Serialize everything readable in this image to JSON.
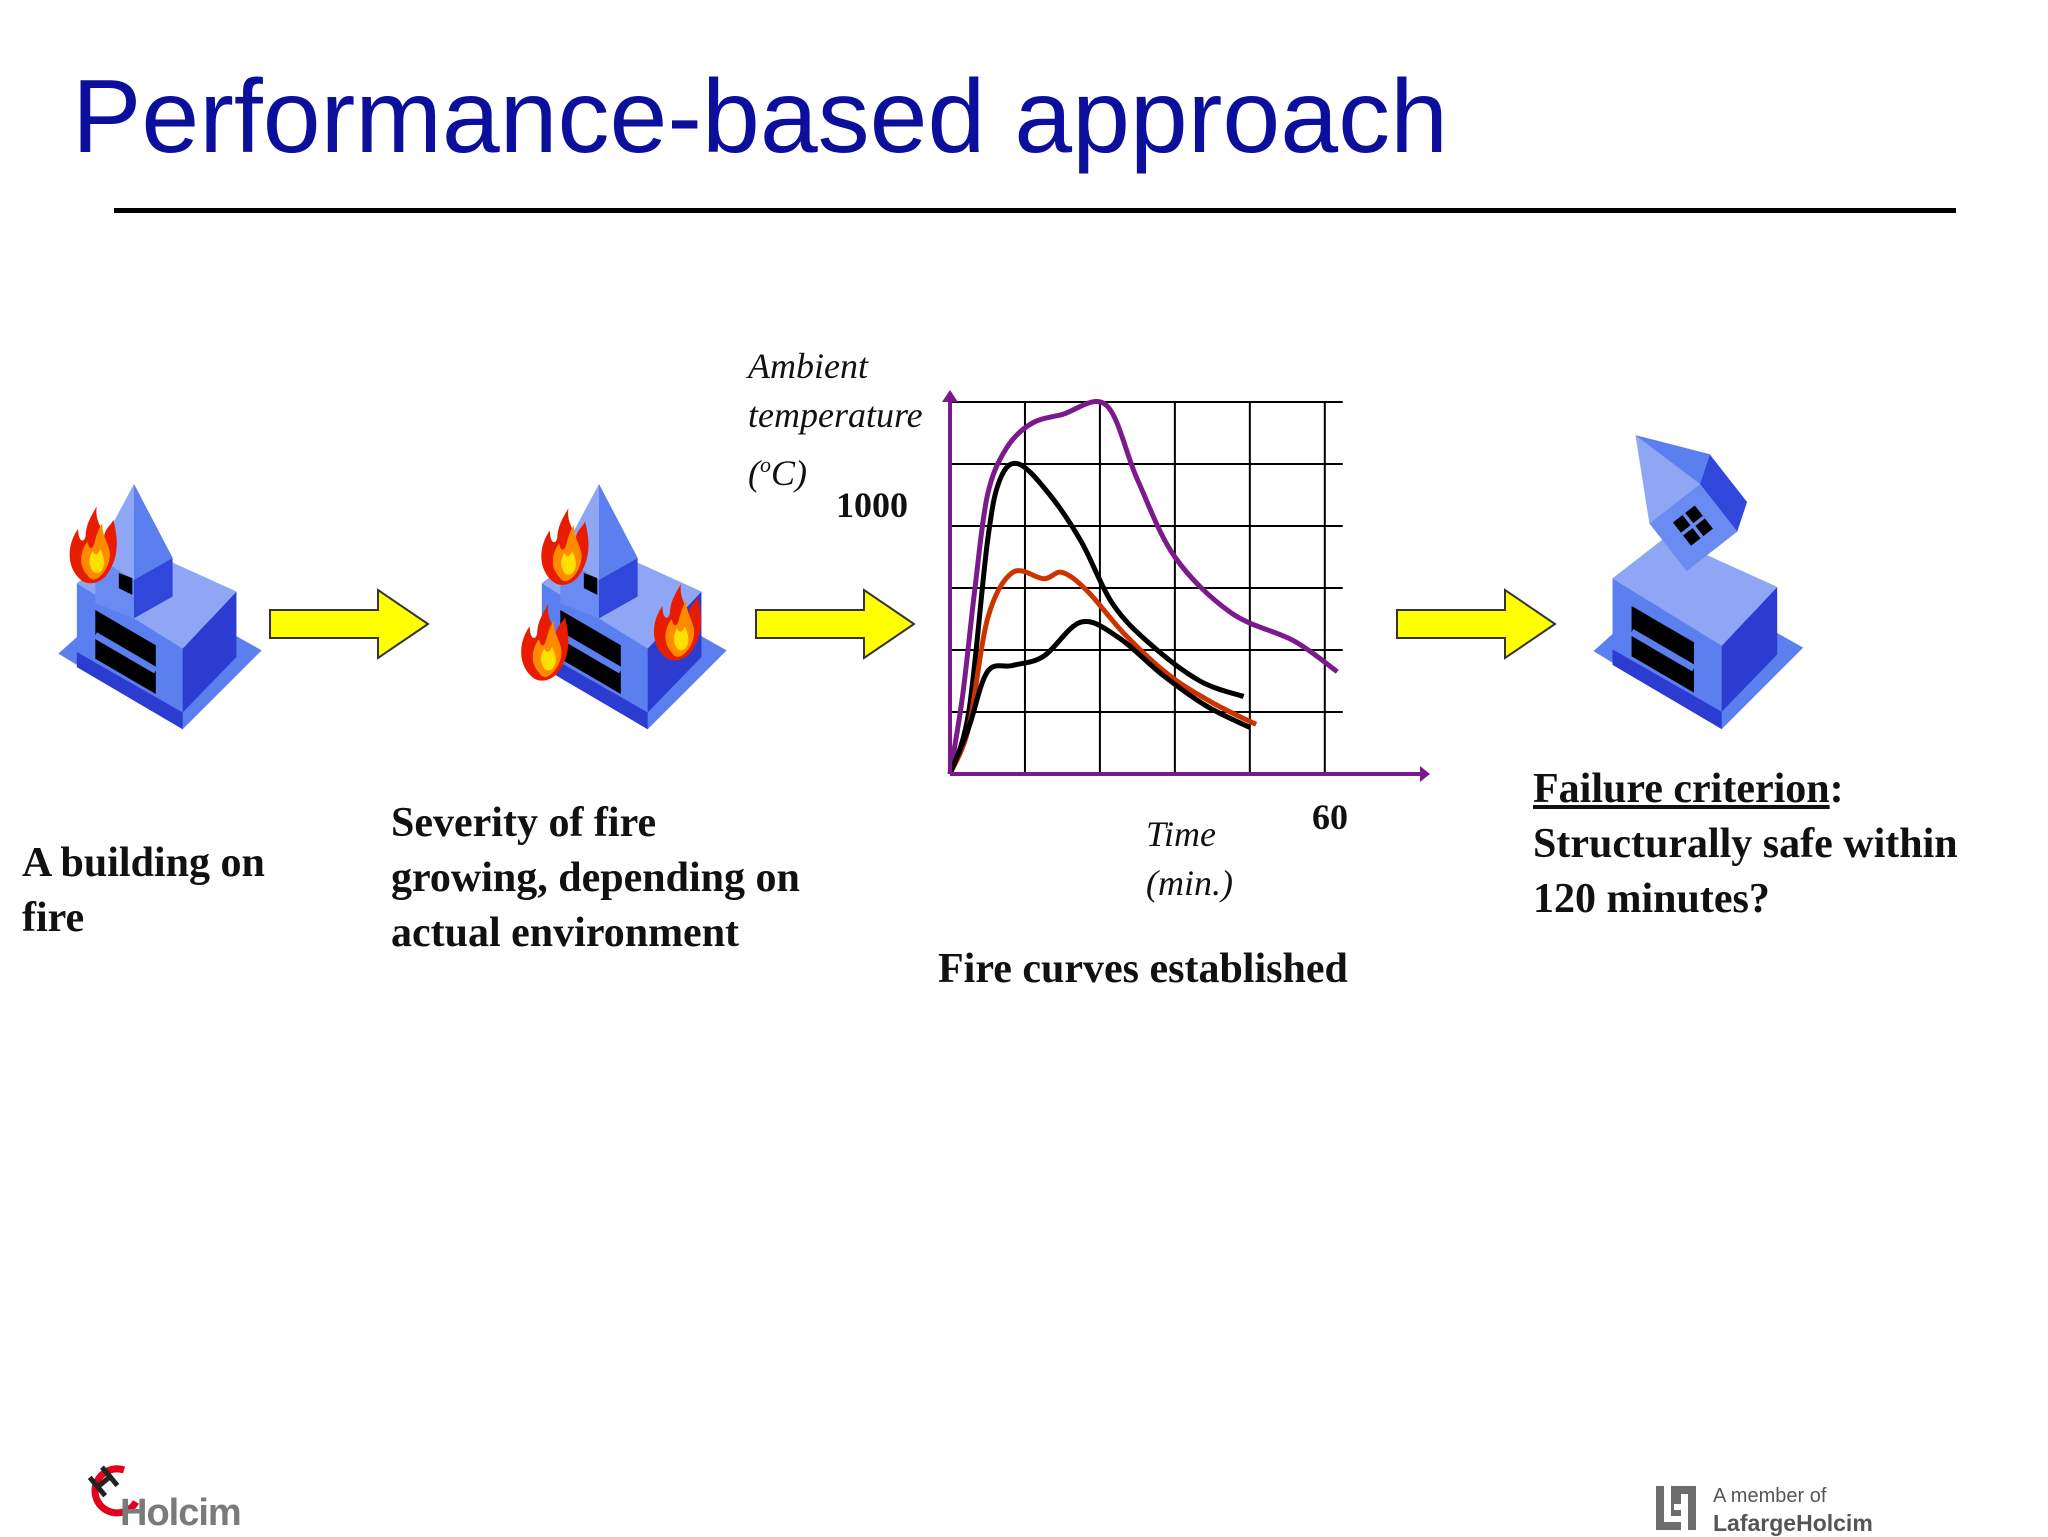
{
  "title": "Performance-based approach",
  "captions": {
    "building_on_fire": [
      "A building on",
      "fire"
    ],
    "severity": [
      "Severity of fire",
      "growing, depending on",
      "actual environment"
    ],
    "fire_curves": "Fire curves established",
    "failure_label": "Failure criterion",
    "failure_colon": ":",
    "failure_lines": [
      "Structurally safe within",
      "120 minutes?"
    ]
  },
  "chart": {
    "ylabel_lines": [
      "Ambient",
      "temperature"
    ],
    "ylabel_unit_open": "(",
    "ylabel_unit_sup": "o",
    "ylabel_unit_rest": "C)",
    "y_tick": "1000",
    "xlabel_lines": [
      "Time",
      "(min.)"
    ],
    "x_tick": "60"
  },
  "chart_data": {
    "type": "line",
    "xlabel": "Time (min.)",
    "ylabel": "Ambient temperature (oC)",
    "xlim": [
      0,
      73
    ],
    "ylim": [
      0,
      1200
    ],
    "x_ticks": [
      60
    ],
    "y_ticks": [
      1000
    ],
    "grid": true,
    "series": [
      {
        "color": "#7b1a8a",
        "points": [
          [
            0,
            0
          ],
          [
            2,
            250
          ],
          [
            4,
            600
          ],
          [
            6,
            900
          ],
          [
            9,
            1050
          ],
          [
            13,
            1130
          ],
          [
            18,
            1160
          ],
          [
            25,
            1190
          ],
          [
            30,
            950
          ],
          [
            36,
            700
          ],
          [
            45,
            520
          ],
          [
            55,
            430
          ],
          [
            62,
            330
          ]
        ]
      },
      {
        "color": "#000000",
        "points": [
          [
            0,
            0
          ],
          [
            3,
            200
          ],
          [
            6,
            750
          ],
          [
            8,
            950
          ],
          [
            11,
            1000
          ],
          [
            16,
            900
          ],
          [
            21,
            750
          ],
          [
            26,
            550
          ],
          [
            32,
            420
          ],
          [
            40,
            300
          ],
          [
            47,
            250
          ]
        ]
      },
      {
        "color": "#cc3300",
        "points": [
          [
            0,
            0
          ],
          [
            3,
            150
          ],
          [
            6,
            500
          ],
          [
            10,
            650
          ],
          [
            15,
            630
          ],
          [
            18,
            650
          ],
          [
            22,
            590
          ],
          [
            28,
            450
          ],
          [
            35,
            320
          ],
          [
            42,
            230
          ],
          [
            49,
            160
          ]
        ]
      },
      {
        "color": "#000000",
        "points": [
          [
            0,
            0
          ],
          [
            3,
            150
          ],
          [
            6,
            330
          ],
          [
            10,
            350
          ],
          [
            15,
            380
          ],
          [
            21,
            490
          ],
          [
            27,
            440
          ],
          [
            34,
            320
          ],
          [
            41,
            220
          ],
          [
            48,
            150
          ]
        ]
      }
    ]
  },
  "logos": {
    "holcim": "Holcim",
    "lh_member": "A member of",
    "lh_name": "LafargeHolcim"
  },
  "colors": {
    "title": "#0b0f9c",
    "arrow_fill": "#ffff00",
    "building_front": "#5b7fef",
    "building_side": "#2c3bd0",
    "axes": "#7b1a8a"
  }
}
